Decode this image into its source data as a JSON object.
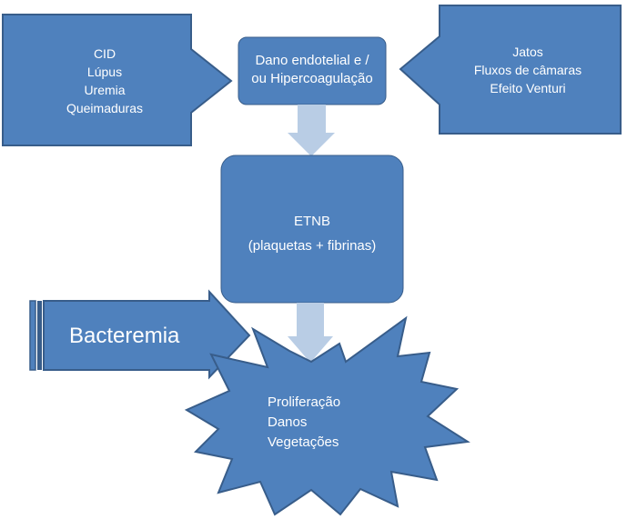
{
  "nodes": {
    "left_causes": {
      "lines": [
        "CID",
        "Lúpus",
        "Uremia",
        "Queimaduras"
      ]
    },
    "center_top": {
      "lines": [
        "Dano endotelial e /",
        "ou Hipercoagulação"
      ]
    },
    "right_causes": {
      "lines": [
        "Jatos",
        "Fluxos de câmaras",
        "Efeito Venturi"
      ]
    },
    "etnb": {
      "lines": [
        "ETNB",
        "(plaquetas + fibrinas)"
      ]
    },
    "bacteremia": {
      "label": "Bacteremia"
    },
    "burst": {
      "lines": [
        "Proliferação",
        "Danos",
        "Vegetações"
      ]
    }
  },
  "colors": {
    "fill": "#4f81bd",
    "border": "#385d8a",
    "down_arrow": "#b9cde5",
    "text": "#ffffff"
  }
}
